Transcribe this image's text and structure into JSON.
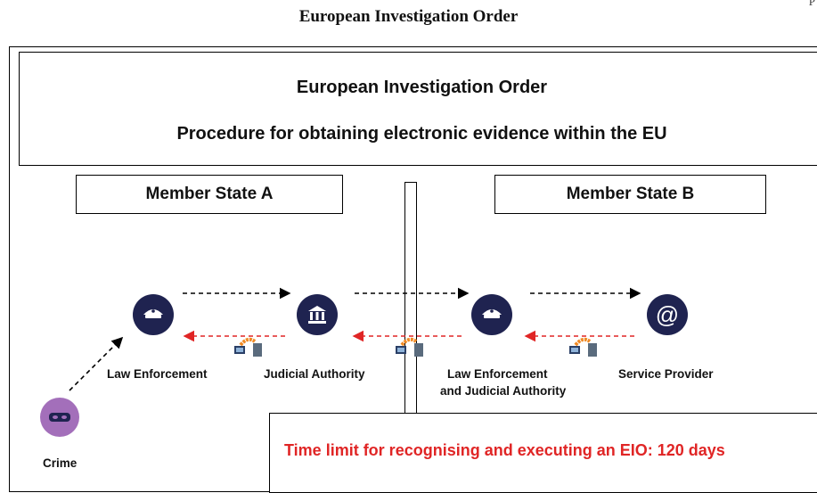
{
  "page_header": "European Investigation Order",
  "corner_mark": "P",
  "title": {
    "main": "European Investigation Order",
    "subtitle": "Procedure for obtaining electronic evidence within the EU"
  },
  "states": {
    "a": "Member State A",
    "b": "Member State B"
  },
  "nodes": {
    "law_enforcement": {
      "label": "Law Enforcement",
      "icon": "police-cap-icon"
    },
    "judicial_authority": {
      "label": "Judicial Authority",
      "icon": "courthouse-icon"
    },
    "le_judicial_line1": "Law Enforcement",
    "le_judicial_line2": "and Judicial Authority",
    "le_judicial_icon": "police-cap-icon",
    "service_provider": {
      "label": "Service Provider",
      "icon": "at-sign-icon",
      "glyph": "@"
    },
    "crime": {
      "label": "Crime",
      "icon": "masked-face-icon"
    }
  },
  "time_limit": "Time limit for recognising and executing an EIO: 120 days",
  "colors": {
    "node": "#1f2350",
    "crime_node": "#a36fba",
    "request_arrow": "#000000",
    "response_arrow": "#e02525",
    "time_text": "#e02525",
    "transfer_icon": "#f08a24"
  }
}
